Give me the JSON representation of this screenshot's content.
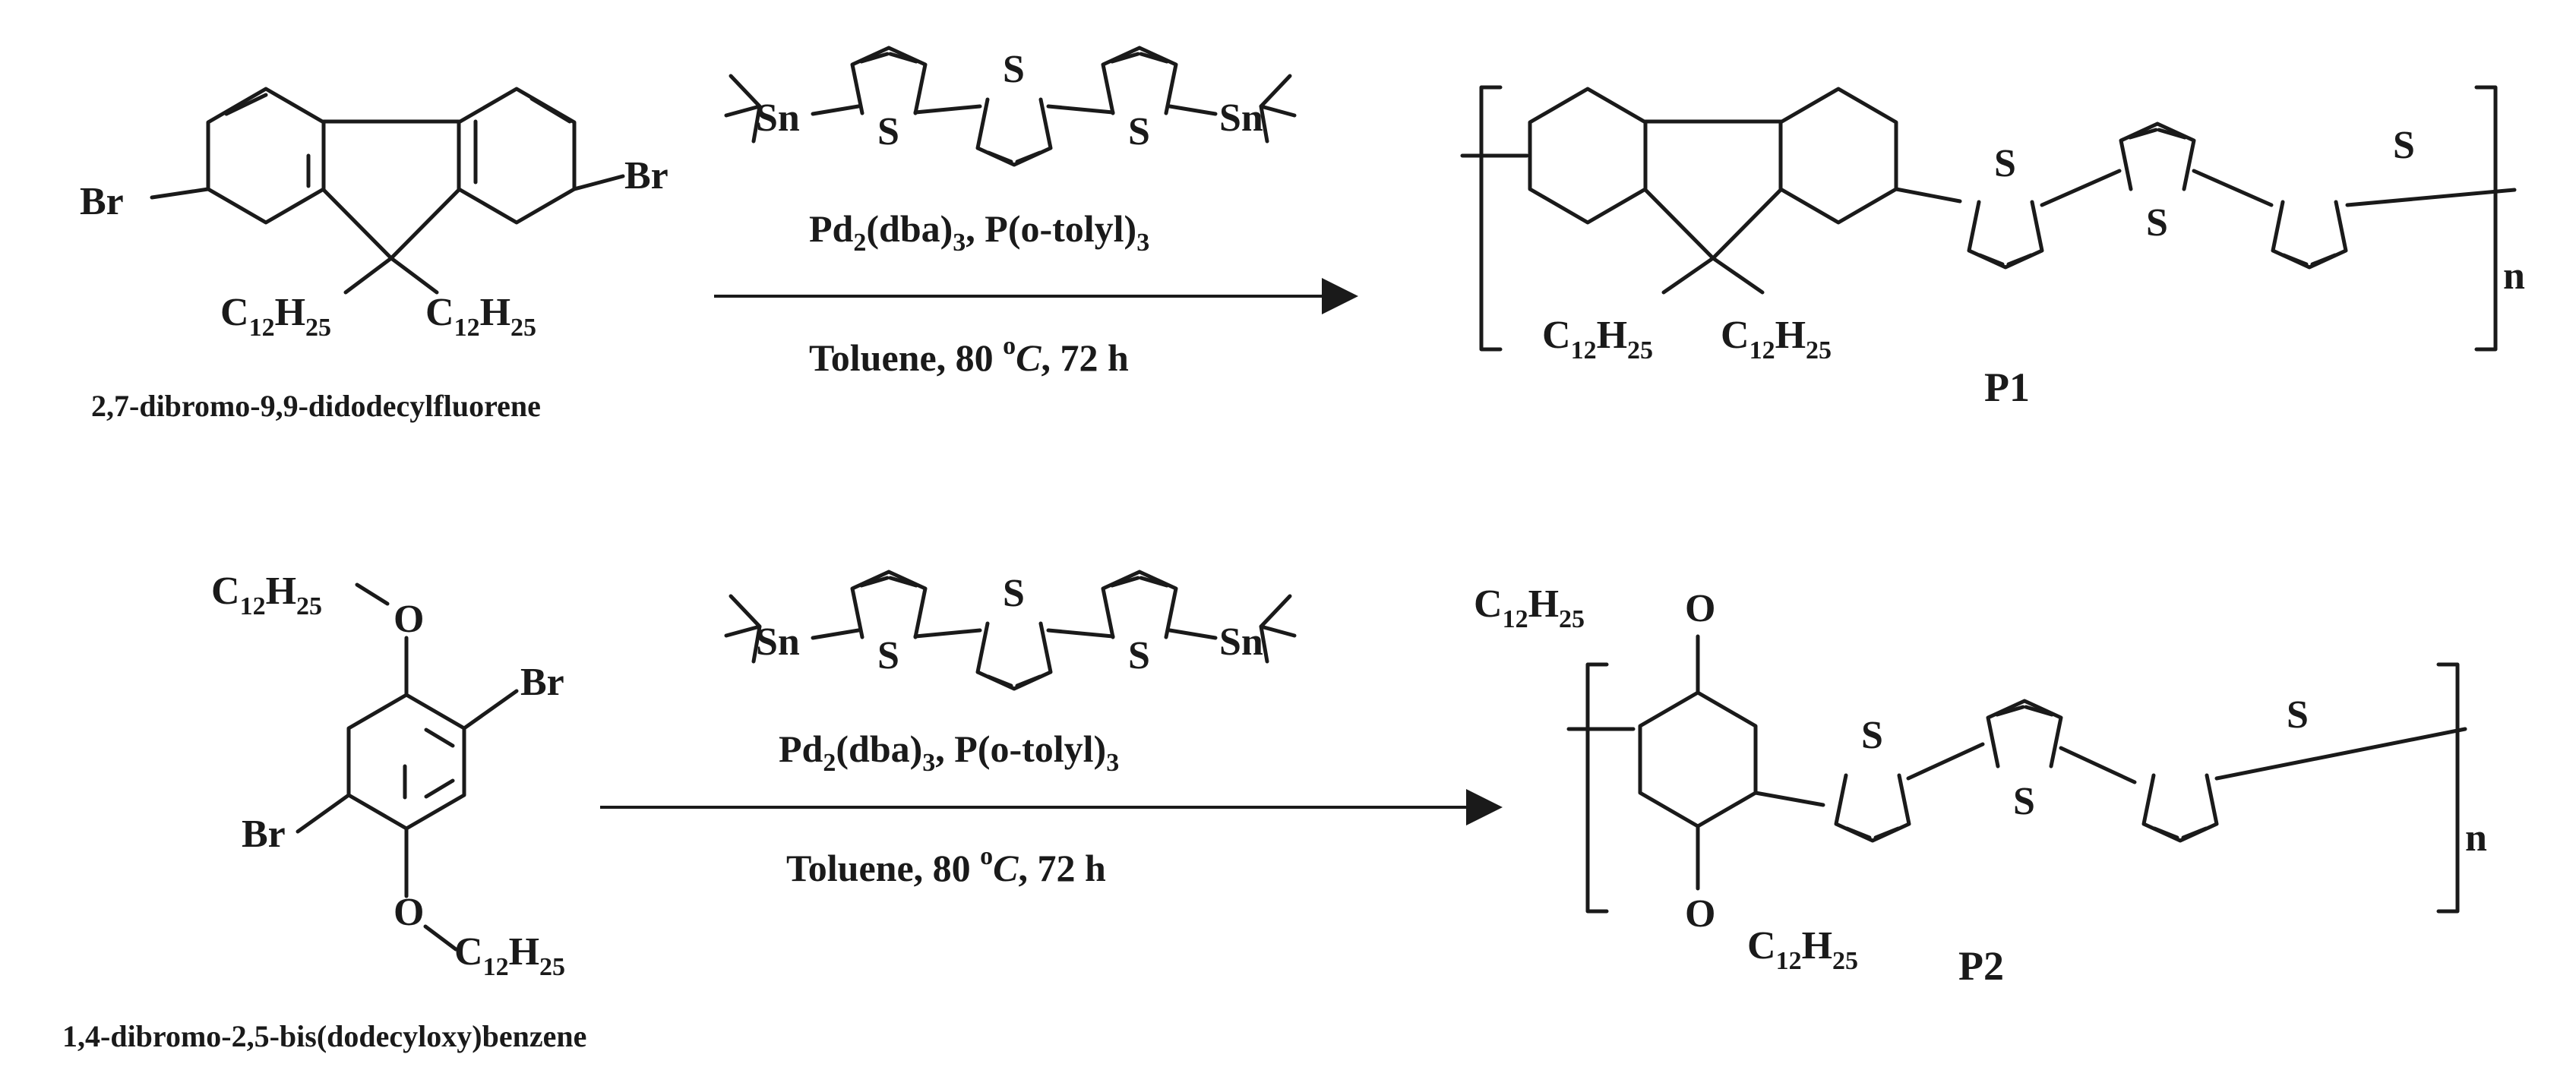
{
  "atoms": {
    "Br": "Br",
    "S": "S",
    "Sn": "Sn",
    "O": "O",
    "C": "C",
    "H": "H",
    "n": "n",
    "sub12": "12",
    "sub25": "25"
  },
  "reaction1": {
    "reactant_name": "2,7-dibromo-9,9-didodecylfluorene",
    "catalyst": {
      "a": "Pd",
      "s1": "2",
      "b": "(dba)",
      "s2": "3",
      "c": ", P(o-tolyl)",
      "s3": "3"
    },
    "conditions": {
      "a": "Toluene, 80 ",
      "deg": "o",
      "unit": "C",
      "b": ", 72 h"
    },
    "product_name": "P1"
  },
  "reaction2": {
    "reactant_name": "1,4-dibromo-2,5-bis(dodecyloxy)benzene",
    "catalyst": {
      "a": "Pd",
      "s1": "2",
      "b": "(dba)",
      "s2": "3",
      "c": ", P(o-tolyl)",
      "s3": "3"
    },
    "conditions": {
      "a": "Toluene, 80 ",
      "deg": "o",
      "unit": "C",
      "b": ", 72 h"
    },
    "product_name": "P2"
  }
}
